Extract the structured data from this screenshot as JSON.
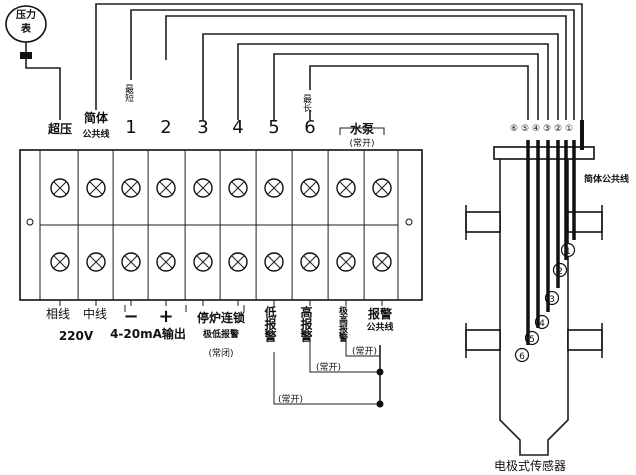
{
  "gauge": {
    "label": "压力表"
  },
  "top_labels": {
    "over_pressure": "超压",
    "shell": "简体",
    "shell_common": "公共线",
    "num1": "1",
    "shortest": "最短",
    "num2": "2",
    "num3": "3",
    "num4": "4",
    "num5": "5",
    "num6": "6",
    "longest": "最长",
    "pump": "水泵",
    "pump_mode": "(常开)"
  },
  "bottom_labels": {
    "phase": "相线",
    "neutral": "中线",
    "voltage": "220V",
    "minus": "−",
    "plus": "+",
    "current_out": "4-20mA输出",
    "furnace_lock": "停炉连锁",
    "extreme_low": "极低报警",
    "normally_closed": "(常闭)",
    "low_alarm": "低报警",
    "high_alarm": "高报警",
    "extreme_high": "极高报警",
    "alarm": "报警",
    "alarm_common": "公共线",
    "no_1": "(常开)",
    "no_2": "(常开)",
    "no_3": "(常开)"
  },
  "sensor": {
    "title": "电极式传感器",
    "shell_label": "简体公共线",
    "top_numbers": [
      "⑥",
      "⑤",
      "④",
      "③",
      "②",
      "①"
    ],
    "electrodes": [
      "1",
      "2",
      "3",
      "4",
      "5",
      "6"
    ]
  }
}
